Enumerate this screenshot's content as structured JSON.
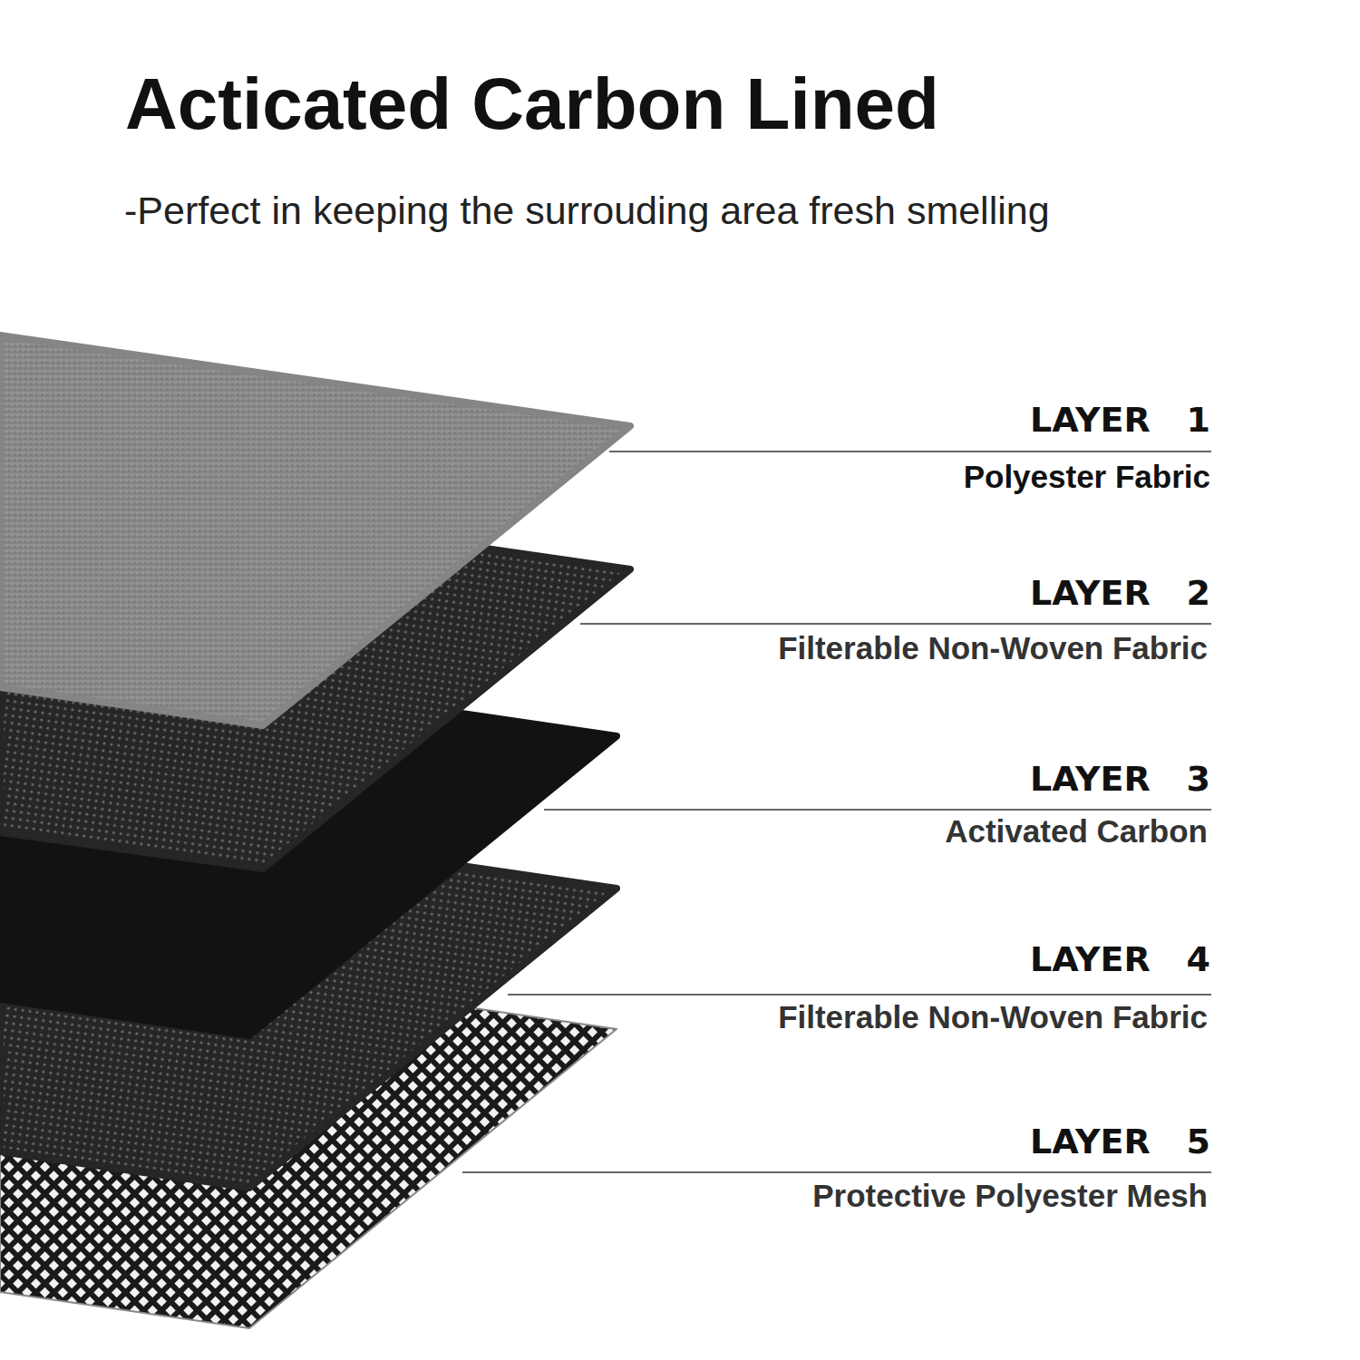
{
  "diagram": {
    "title": "Acticated Carbon Lined",
    "labels": [
      "-Perfect in keeping the surrouding area fresh smelling",
      "LAYER 1",
      "Polyester Fabric",
      "LAYER 2",
      "Filterable Non-Woven Fabric",
      "LAYER 3",
      "Activated Carbon",
      "LAYER 4",
      "Filterable Non-Woven Fabric",
      "LAYER 5",
      "Protective Polyester Mesh"
    ]
  }
}
